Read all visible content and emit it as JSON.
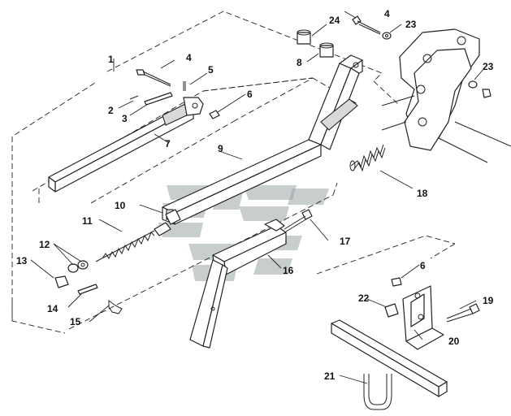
{
  "callouts": {
    "c1": "1",
    "c2": "2",
    "c3": "3",
    "c4a": "4",
    "c4b": "4",
    "c5": "5",
    "c6a": "6",
    "c6b": "6",
    "c7": "7",
    "c8": "8",
    "c9": "9",
    "c10": "10",
    "c11": "11",
    "c12": "12",
    "c13": "13",
    "c14": "14",
    "c15": "15",
    "c16": "16",
    "c17": "17",
    "c18": "18",
    "c19": "19",
    "c20": "20",
    "c21": "21",
    "c22": "22",
    "c23a": "23",
    "c23b": "23",
    "c24": "24"
  },
  "colors": {
    "line": "#222222",
    "watermark": "#9aa6a6",
    "background": "#ffffff"
  },
  "icons": {
    "watermark": "brand-logo-watermark"
  }
}
